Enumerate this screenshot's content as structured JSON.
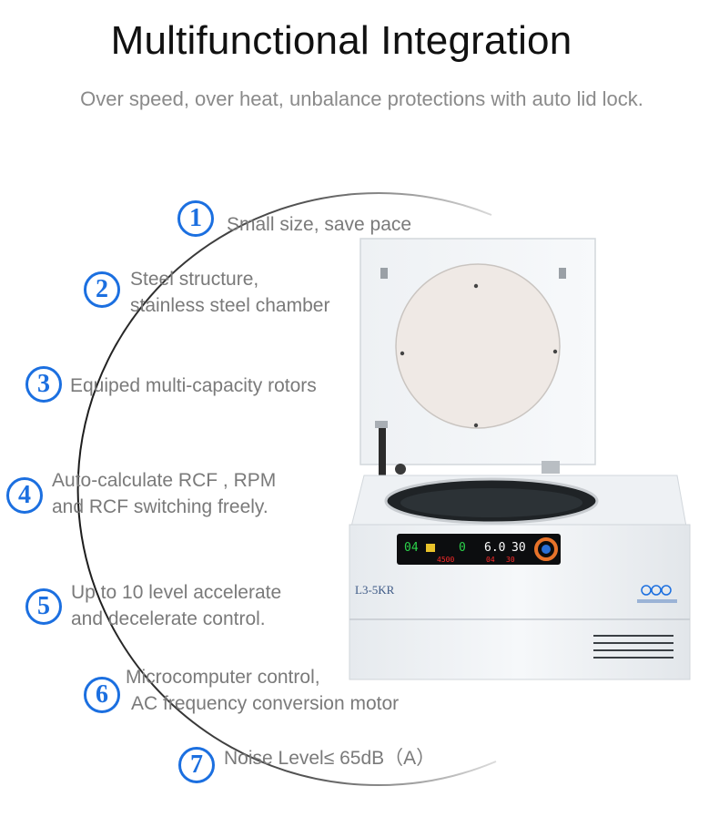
{
  "header": {
    "title": "Multifunctional Integration",
    "subtitle": "Over speed, over heat, unbalance protections with auto lid lock."
  },
  "features": [
    {
      "number": "1",
      "line1": "Small size, save pace",
      "line2": ""
    },
    {
      "number": "2",
      "line1": "Steel structure,",
      "line2": "stainless steel chamber"
    },
    {
      "number": "3",
      "line1": "Equiped multi-capacity rotors",
      "line2": ""
    },
    {
      "number": "4",
      "line1": "Auto-calculate RCF , RPM",
      "line2": "and RCF switching freely."
    },
    {
      "number": "5",
      "line1": "Up to 10 level accelerate",
      "line2": "and decelerate control."
    },
    {
      "number": "6",
      "line1": "Microcomputer control,",
      "line2": "AC frequency conversion motor"
    },
    {
      "number": "7",
      "line1": "Noise Level≤ 65dB（A）",
      "line2": ""
    }
  ],
  "product": {
    "model": "L3-5KR",
    "display": {
      "left_code": "04",
      "mid_code": "0",
      "speed": "6.0",
      "time": "30",
      "sub1": "4500",
      "sub2": "04",
      "sub3": "30"
    }
  },
  "colors": {
    "accent": "#1b6fe0",
    "text_gray": "#7a7a7a",
    "led_red": "#ff2a2a",
    "led_green": "#2bd24a"
  }
}
